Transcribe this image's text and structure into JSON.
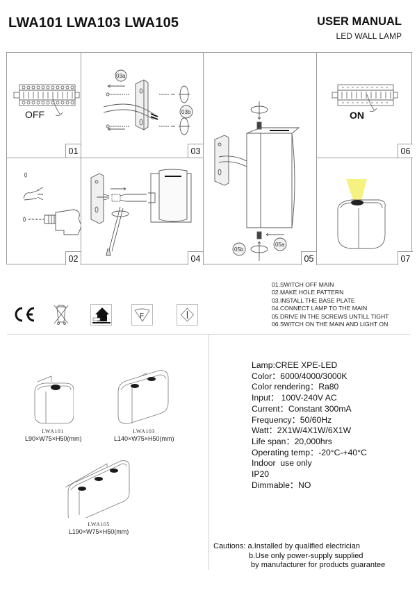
{
  "header": {
    "models_title": "LWA101 LWA103 LWA105",
    "doc_type": "USER MANUAL",
    "product_type": "LED WALL LAMP"
  },
  "illustrations": [
    {
      "step": "01",
      "caption": "OFF",
      "depicts": "circuit breaker panel switched off"
    },
    {
      "step": "03",
      "callouts": [
        "03a",
        "03b"
      ],
      "depicts": "install base plate with wall plugs and screws"
    },
    {
      "step": "05",
      "callouts": [
        "05a",
        "05b"
      ],
      "depicts": "drive in screws on lamp top and bottom"
    },
    {
      "step": "06",
      "caption": "ON",
      "depicts": "circuit breaker panel switched on"
    },
    {
      "step": "02",
      "depicts": "drill hole pattern"
    },
    {
      "step": "04",
      "depicts": "connect lamp wires to terminal block"
    },
    {
      "step": "07",
      "depicts": "lamp lit with yellow light beam"
    }
  ],
  "symbols": [
    {
      "name": "ce-mark",
      "label": "CE"
    },
    {
      "name": "weee-bin",
      "label": "WEEE"
    },
    {
      "name": "indoor-use",
      "label": "Indoor"
    },
    {
      "name": "f-mark",
      "label": "F"
    },
    {
      "name": "class-i",
      "label": "I"
    }
  ],
  "steps": [
    "01.SWITCH OFF MAIN",
    "02.MAKE HOLE PATTERN",
    "03.INSTALL THE BASE PLATE",
    "04.CONNECT LAMP TO THE MAIN",
    "05.DRIVE IN THE SCREWS UNTILL TIGHT",
    "06.SWITCH ON THE MAIN AND LIGHT ON"
  ],
  "products": [
    {
      "model": "LWA101",
      "dims": "L90×W75×H50(mm)",
      "leds": 1
    },
    {
      "model": "LWA103",
      "dims": "L140×W75×H50(mm)",
      "leds": 2
    },
    {
      "model": "LWA105",
      "dims": "L190×W75×H50(mm)",
      "leds": 3
    }
  ],
  "specs": [
    "Lamp:CREE XPE-LED",
    "Color：6000/4000/3000K",
    "Color rendering：Ra80",
    "Input： 100V-240V AC",
    "Current：Constant 300mA",
    "Frequency：50/60Hz",
    "Watt：2X1W/4X1W/6X1W",
    "Life span：20,000hrs",
    "Operating temp：-20°C-+40°C",
    "Indoor  use only",
    "IP20",
    "Dimmable：NO"
  ],
  "cautions": {
    "label": "Cautions:",
    "lines": [
      "a.Installed by qualified electrician",
      "b.Use only power-supply supplied",
      " by manufacturer for products guarantee"
    ]
  },
  "colors": {
    "grid_line": "#9a9a9a",
    "light_beam": "#f3f06a",
    "text": "#111111"
  }
}
